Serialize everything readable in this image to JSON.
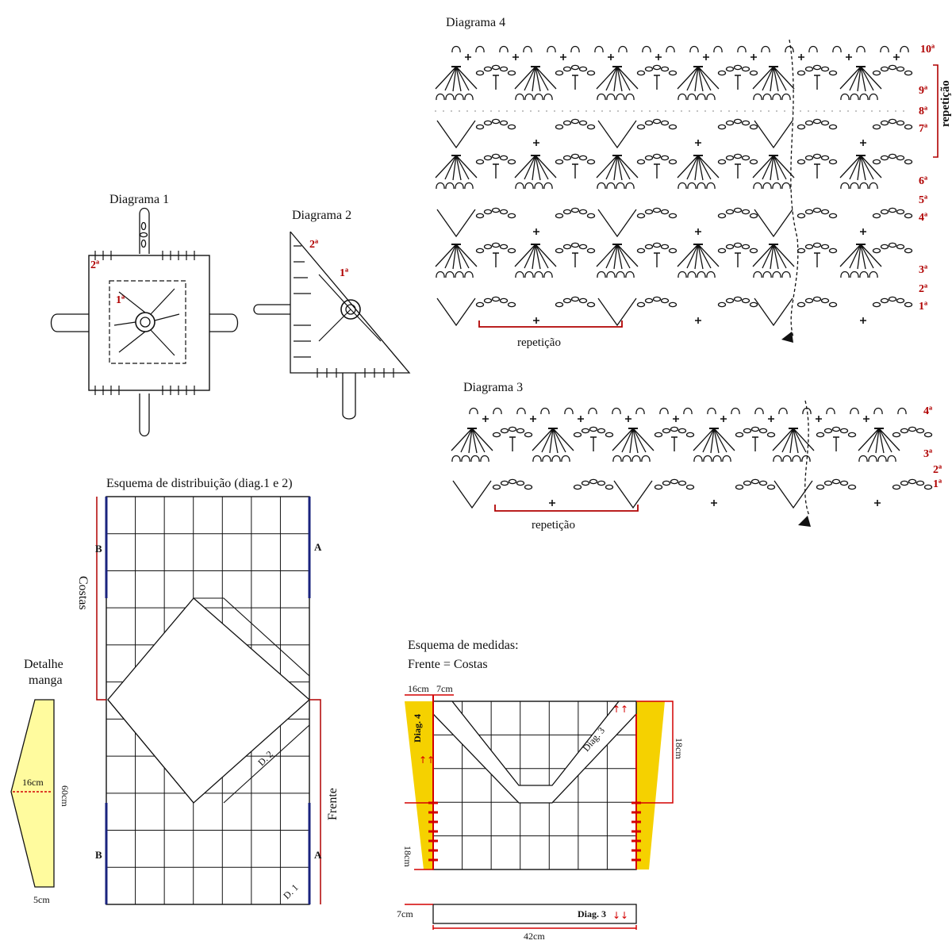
{
  "diagram1": {
    "title": "Diagrama 1",
    "rounds": [
      "2ª",
      "1ª"
    ]
  },
  "diagram2": {
    "title": "Diagrama 2",
    "rounds": [
      "2ª",
      "1ª"
    ]
  },
  "diagram4": {
    "title": "Diagrama 4",
    "rows": [
      "10ª",
      "9ª",
      "8ª",
      "7ª",
      "6ª",
      "5ª",
      "4ª",
      "3ª",
      "2ª",
      "1ª"
    ],
    "side_label": "repetição",
    "repeat_label": "repetição"
  },
  "diagram3": {
    "title": "Diagrama 3",
    "rows": [
      "4ª",
      "3ª",
      "2ª",
      "1ª"
    ],
    "repeat_label": "repetição"
  },
  "distribution": {
    "title": "Esquema de distribuição (diag.1 e 2)",
    "costas": "Costas",
    "frente": "Frente",
    "b_top": "B",
    "a_top": "A",
    "b_bottom": "B",
    "a_bottom": "A",
    "d2": "D. 2",
    "d1": "D. 1",
    "columns": 7,
    "rows": 11
  },
  "sleeve": {
    "title_line1": "Detalhe",
    "title_line2": "manga",
    "width_mid": "16cm",
    "height": "60cm",
    "width_bottom": "5cm"
  },
  "measures": {
    "title_line1": "Esquema de medidas:",
    "title_line2": "Frente = Costas",
    "top_left": "16cm",
    "top_mid": "7cm",
    "diag4": "Diag. 4",
    "diag3_slope": "Diag. 3",
    "right_height": "18cm",
    "left_height": "18cm",
    "bottom_band_height": "7cm",
    "bottom_diag3": "Diag. 3",
    "bottom_width": "42cm",
    "colors": {
      "yellow": "#f5d100",
      "red": "#d40000",
      "grid": "#222222"
    }
  }
}
